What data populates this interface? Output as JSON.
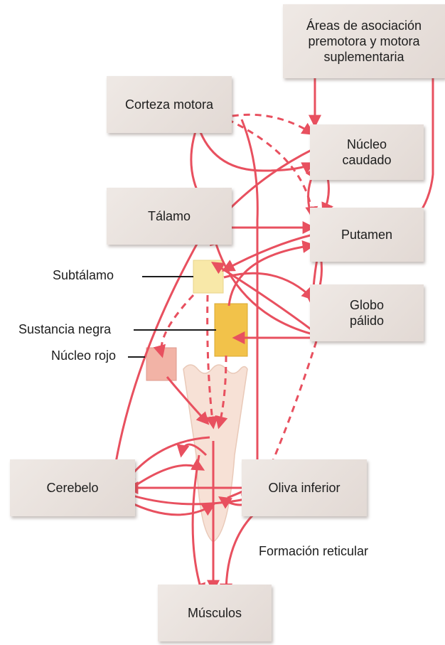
{
  "nodes": {
    "areas_asociacion": "Áreas de asociación\npremotora y motora\nsuplementaria",
    "corteza_motora": "Corteza motora",
    "nucleo_caudado": "Núcleo\ncaudado",
    "talamo": "Tálamo",
    "putamen": "Putamen",
    "globo_palido": "Globo\npálido",
    "cerebelo": "Cerebelo",
    "oliva_inferior": "Oliva inferior",
    "musculos": "Músculos"
  },
  "labels": {
    "subtalamo": "Subtálamo",
    "sustancia_negra": "Sustancia negra",
    "nucleo_rojo": "Núcleo rojo",
    "formacion_reticular": "Formación reticular"
  },
  "colors": {
    "arrow": "#e8505f",
    "box_bg": "#e8e0db",
    "subtalamo": "#f8e8a8",
    "sustancia_negra": "#f2c24a",
    "nucleo_rojo": "#f2b3a6",
    "brainstem": "#f7e1d6"
  }
}
